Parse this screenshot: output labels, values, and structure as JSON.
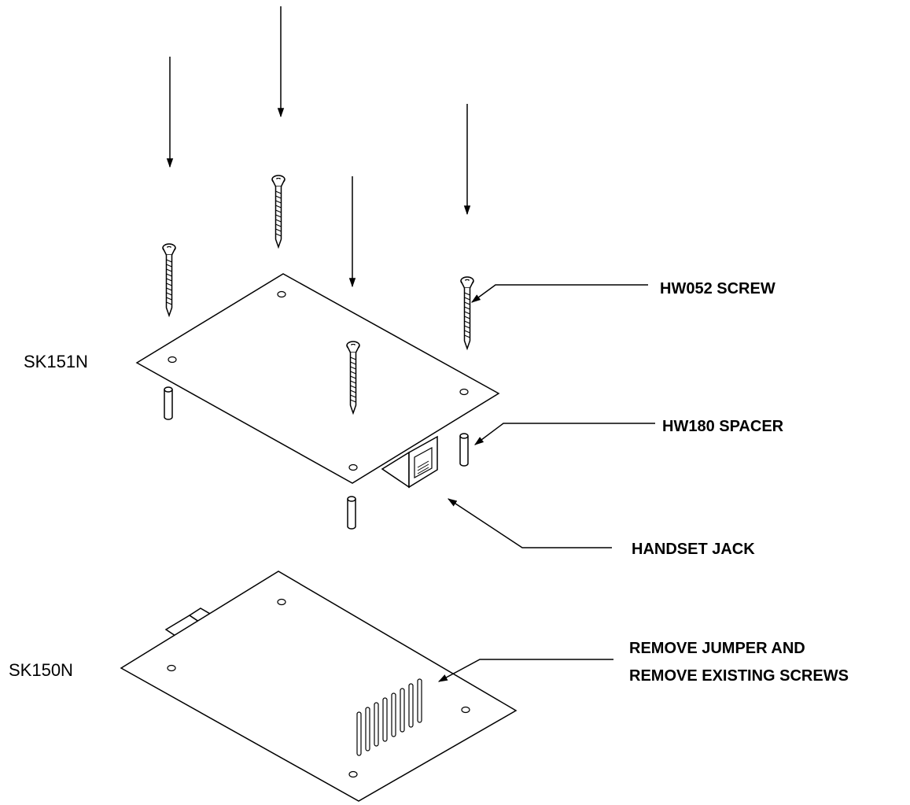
{
  "labels": {
    "screw": "HW052 SCREW",
    "spacer": "HW180 SPACER",
    "handset_jack": "HANDSET JACK",
    "remove_line1": "REMOVE JUMPER AND",
    "remove_line2": "REMOVE EXISTING SCREWS",
    "top_board": "SK151N",
    "bottom_board": "SK150N"
  },
  "colors": {
    "line": "#000000",
    "background": "#ffffff"
  }
}
